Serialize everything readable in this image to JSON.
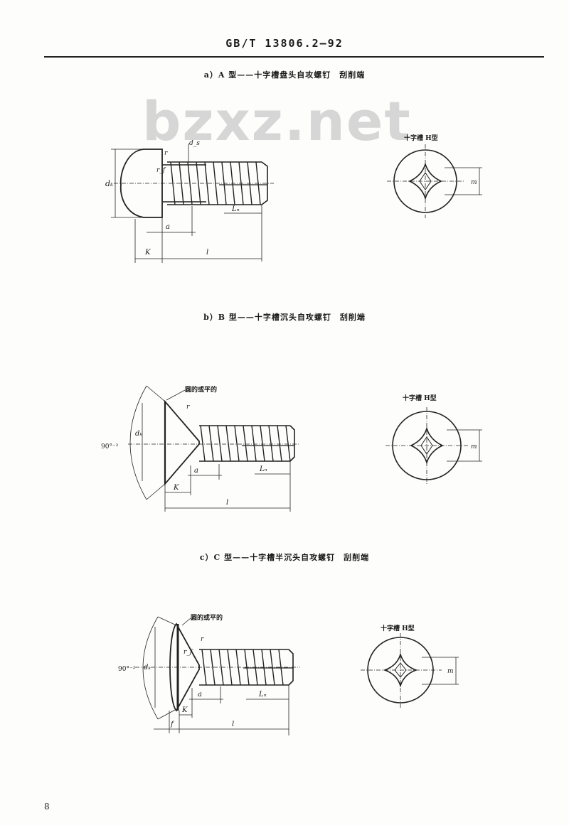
{
  "document": {
    "header": "GB/T 13806.2—92",
    "watermark": "bzxz.net",
    "page_number": "8"
  },
  "figures": [
    {
      "caption": "a）A 型——十字槽盘头自攻螺钉　刮削端",
      "dims": {
        "dk": "dₖ",
        "r": "r",
        "rf": "r_f",
        "ds": "d_s",
        "a": "a",
        "K": "K",
        "l": "l",
        "Ln": "Lₙ"
      },
      "recess_label": "十字槽 H型",
      "recess_dim": "m"
    },
    {
      "caption": "b）B 型——十字槽沉头自攻螺钉　刮削端",
      "dims": {
        "angle": "90°⁻²",
        "dk": "dₖ",
        "r": "r",
        "a": "a",
        "K": "K",
        "l": "l",
        "Ln": "Lₙ"
      },
      "note": "圆的或平的",
      "recess_label": "十字槽 H型",
      "recess_dim": "m"
    },
    {
      "caption": "c）C 型——十字槽半沉头自攻螺钉　刮削端",
      "dims": {
        "angle": "90°⁻²",
        "dk": "dₖ",
        "r": "r",
        "rf": "r_f",
        "a": "a",
        "K": "K",
        "f": "f",
        "l": "l",
        "Ln": "Lₙ"
      },
      "note": "圆的或平的",
      "recess_label": "十字槽 H型",
      "recess_dim": "m"
    }
  ]
}
